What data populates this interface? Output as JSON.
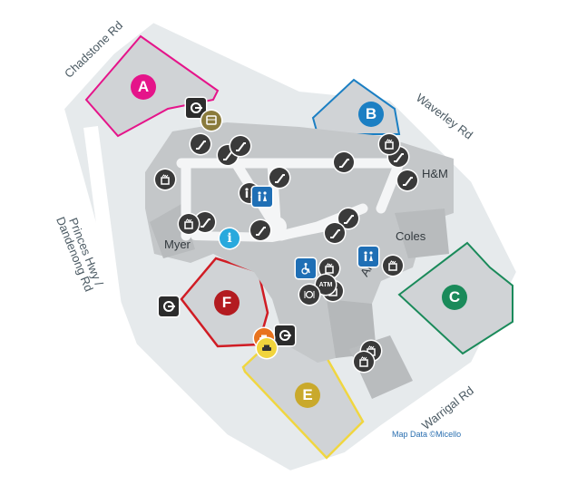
{
  "map": {
    "roads": {
      "chadstone": "Chadstone Rd",
      "waverley": "Waverley Rd",
      "princes": "Princes Hwy /",
      "dandenong": "Dandenong Rd",
      "warrigal": "Warrigal Rd"
    },
    "stores": {
      "hm": "H&M",
      "myer": "Myer",
      "coles": "Coles",
      "aldi": "Aldi"
    },
    "zones": [
      {
        "label": "A",
        "color": "#e5148a"
      },
      {
        "label": "B",
        "color": "#1b7fc3"
      },
      {
        "label": "C",
        "color": "#1a8a5a"
      },
      {
        "label": "E",
        "color": "#c9a92c"
      },
      {
        "label": "F",
        "color": "#b31b20"
      }
    ],
    "poi_icons": {
      "parking_exit": "parking-exit-icon",
      "escalator": "escalator-icon",
      "lift": "lift-icon",
      "toilets": "toilets-icon",
      "accessible": "accessible-icon",
      "info": "info-icon",
      "atm": "atm-icon",
      "dining": "dining-icon",
      "taxi": "taxi-icon",
      "bus": "bus-icon"
    },
    "info_glyph": "i",
    "atm_text": "ATM",
    "credit": "Map Data ©Micello"
  }
}
